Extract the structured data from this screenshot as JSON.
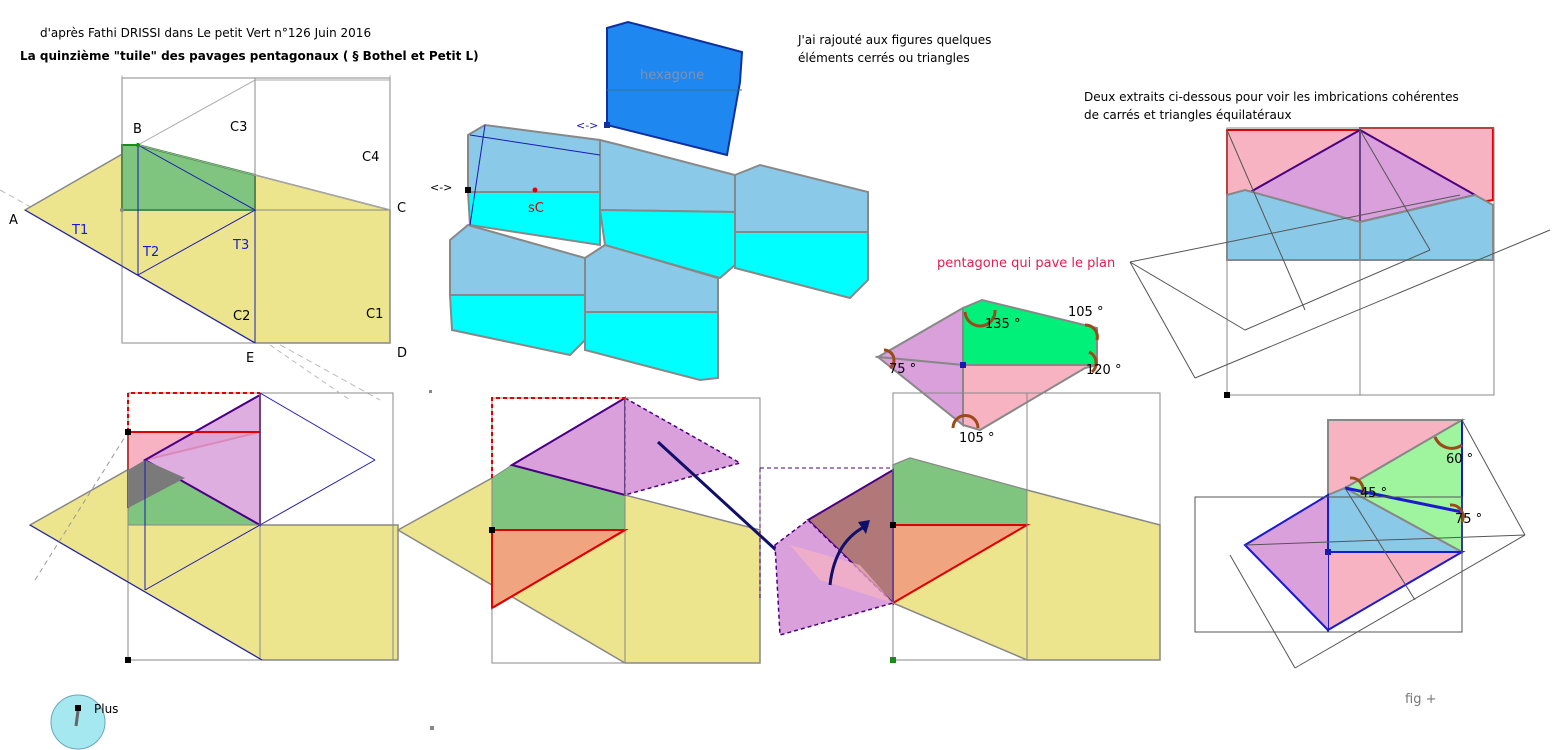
{
  "header": {
    "credit": "d'après Fathi DRISSI dans Le petit Vert n°126 Juin 2016",
    "title": "La quinzième \"tuile\" des pavages pentagonaux ( § Bothel et Petit L)"
  },
  "notes": {
    "added_line1": "J'ai rajouté aux figures quelques",
    "added_line2": "éléments cerrés ou triangles",
    "extracts_line1": "Deux extraits ci-dessous pour voir les imbrications cohérentes",
    "extracts_line2": "de carrés et triangles équilatéraux"
  },
  "labels": {
    "A": "A",
    "B": "B",
    "C": "C",
    "D": "D",
    "E": "E",
    "C1": "C1",
    "C2": "C2",
    "C3": "C3",
    "C4": "C4",
    "T1": "T1",
    "T2": "T2",
    "T3": "T3",
    "hexagone": "hexagone",
    "sC": "sC",
    "arrow1": "<->",
    "arrow2": "<->",
    "pentagon_title": "pentagone qui pave le plan",
    "plus": "Plus",
    "fig": "fig +"
  },
  "angles": {
    "a135": "135 °",
    "a105a": "105 °",
    "a75": "75 °",
    "a120": "120 °",
    "a105b": "105 °",
    "a60": "60 °",
    "a45": "45 °",
    "a75b": "75 °"
  },
  "colors": {
    "yellow": "#ede58e",
    "green": "#7fc47f",
    "pink": "#f7b3c2",
    "violet": "#d9a0dc",
    "lightblue": "#8bc9e8",
    "cyan": "#00ffff",
    "hexblue": "#1e88f0",
    "salmon": "#f0a580",
    "brightgreen": "#00f07a",
    "lightgreen": "#9ef59e",
    "red": "#e00000",
    "darkblue": "#1a1ab0",
    "purple": "#4b0082"
  }
}
